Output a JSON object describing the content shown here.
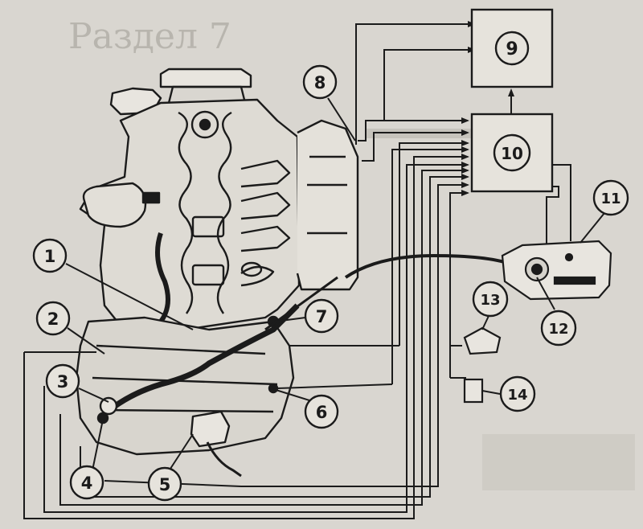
{
  "background_text": {
    "heading": "Раздел 7"
  },
  "callouts": [
    {
      "id": "c1",
      "label": "1"
    },
    {
      "id": "c2",
      "label": "2"
    },
    {
      "id": "c3",
      "label": "3"
    },
    {
      "id": "c4",
      "label": "4"
    },
    {
      "id": "c5",
      "label": "5"
    },
    {
      "id": "c6",
      "label": "6"
    },
    {
      "id": "c7",
      "label": "7"
    },
    {
      "id": "c8",
      "label": "8"
    },
    {
      "id": "c11",
      "label": "11"
    },
    {
      "id": "c12",
      "label": "12"
    },
    {
      "id": "c13",
      "label": "13"
    },
    {
      "id": "c14",
      "label": "14"
    }
  ],
  "boxes": [
    {
      "id": "b9",
      "label": "9"
    },
    {
      "id": "b10",
      "label": "10"
    }
  ],
  "colors": {
    "paper": "#d9d6d0",
    "ink": "#1b1b1b",
    "faint": "#b8b5ae"
  }
}
